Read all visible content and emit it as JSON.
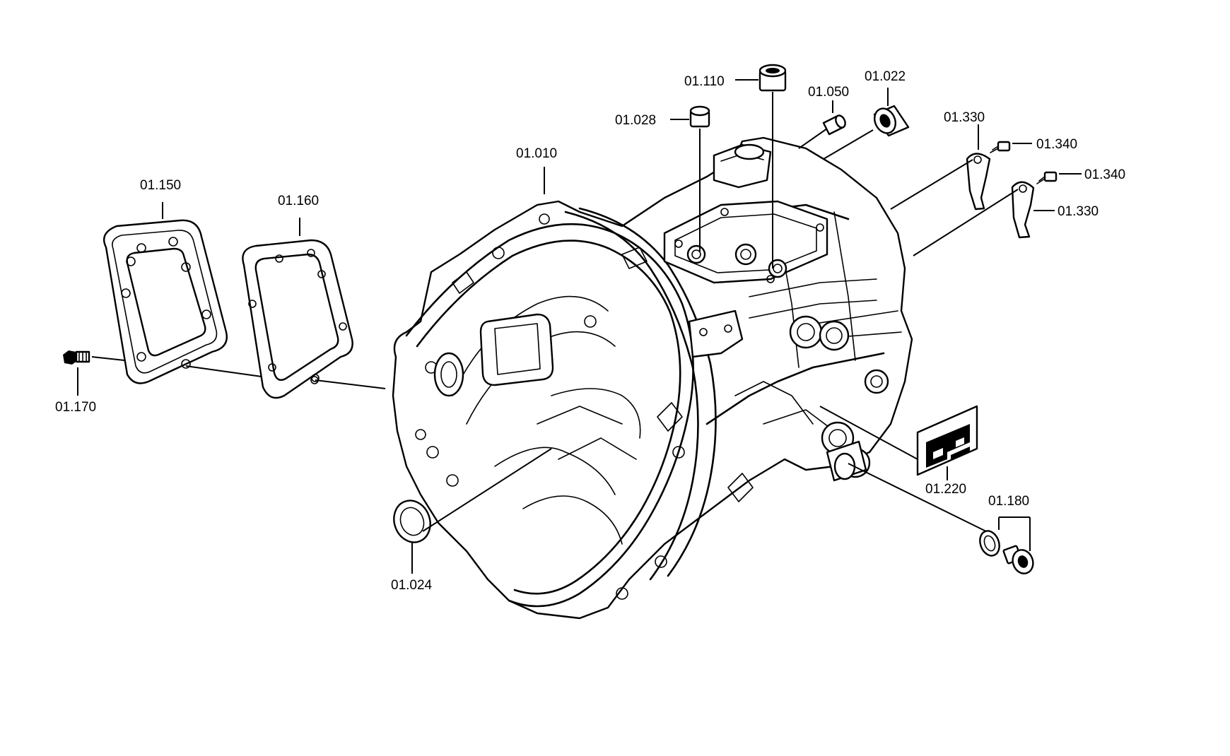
{
  "parts": [
    {
      "id": "01.010",
      "name": "transmission-housing"
    },
    {
      "id": "01.022",
      "name": "bushing"
    },
    {
      "id": "01.024",
      "name": "seal-ring"
    },
    {
      "id": "01.028",
      "name": "plug"
    },
    {
      "id": "01.050",
      "name": "dowel-pin"
    },
    {
      "id": "01.110",
      "name": "bushing-large"
    },
    {
      "id": "01.150",
      "name": "cover-plate"
    },
    {
      "id": "01.160",
      "name": "gasket"
    },
    {
      "id": "01.170",
      "name": "breather"
    },
    {
      "id": "01.180",
      "name": "drain-plug-kit"
    },
    {
      "id": "01.220",
      "name": "type-plate"
    },
    {
      "id": "01.330",
      "name": "bracket"
    },
    {
      "id": "01.340",
      "name": "screw"
    }
  ],
  "labels": {
    "l01010": "01.010",
    "l01022": "01.022",
    "l01024": "01.024",
    "l01028": "01.028",
    "l01050": "01.050",
    "l01110": "01.110",
    "l01150": "01.150",
    "l01160": "01.160",
    "l01170": "01.170",
    "l01180": "01.180",
    "l01220": "01.220",
    "l01330a": "01.330",
    "l01330b": "01.330",
    "l01340a": "01.340",
    "l01340b": "01.340"
  }
}
